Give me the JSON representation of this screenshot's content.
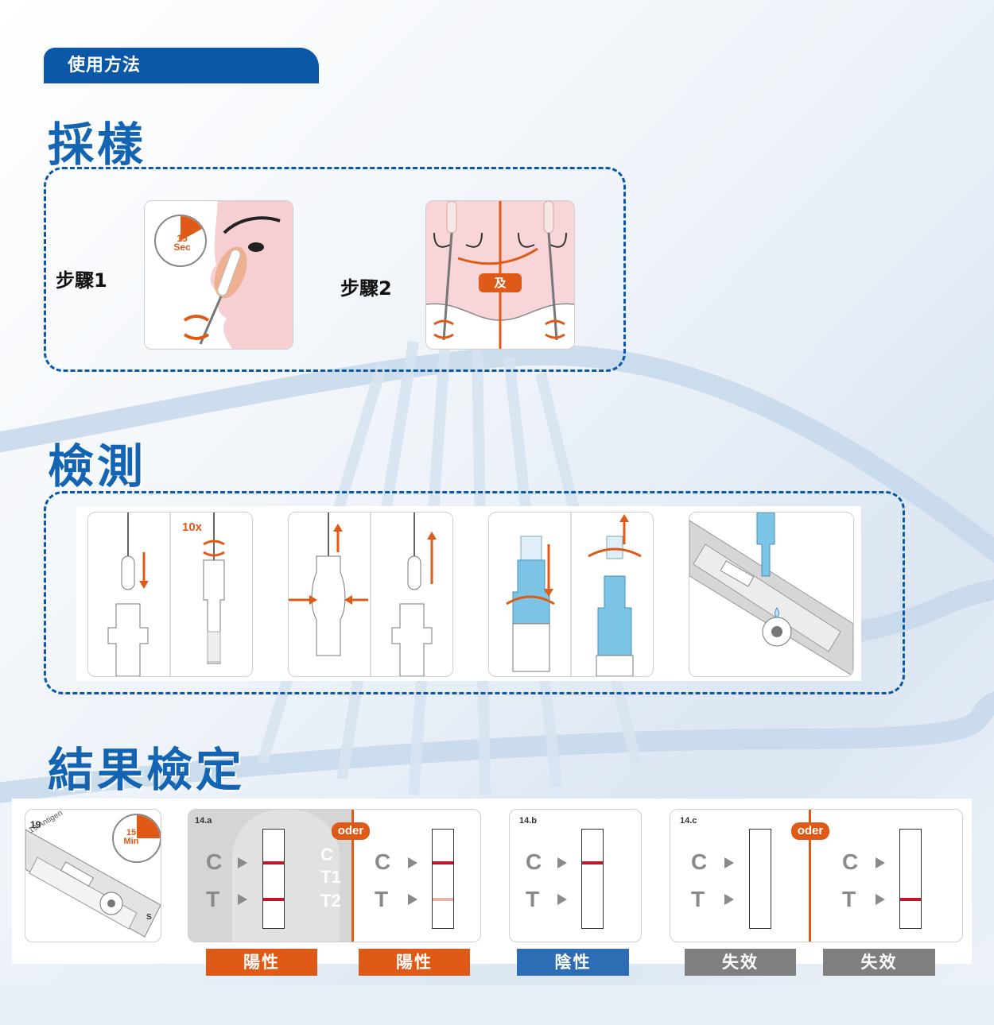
{
  "header": {
    "tab_label": "使用方法"
  },
  "sections": {
    "sampling": {
      "title": "採樣",
      "steps": [
        {
          "label": "步驟1",
          "timer_value": "15",
          "timer_unit": "Sec"
        },
        {
          "label": "步驟2",
          "and_label": "及"
        }
      ]
    },
    "testing": {
      "title": "檢測",
      "panels": [
        {
          "count_label": "10x"
        }
      ]
    },
    "result": {
      "title": "結果檢定",
      "device": {
        "timer_value": "15",
        "timer_unit": "Min",
        "cassette_text": "19 Antigen",
        "cassette_number": "19",
        "s_mark": "S"
      },
      "cards": [
        {
          "id": "14.a",
          "c": "C",
          "t": "T",
          "t1": "T1",
          "t2": "T2",
          "oder": "oder"
        },
        {
          "id": "14.b",
          "c": "C",
          "t": "T"
        },
        {
          "id": "14.c",
          "c": "C",
          "t": "T",
          "oder": "oder"
        }
      ],
      "labels": [
        {
          "text": "陽性",
          "color": "#e05a17"
        },
        {
          "text": "陽性",
          "color": "#e05a17"
        },
        {
          "text": "陰性",
          "color": "#2c6db4"
        },
        {
          "text": "失效",
          "color": "#7f7f7f"
        },
        {
          "text": "失效",
          "color": "#7f7f7f"
        }
      ]
    }
  },
  "colors": {
    "brand_blue": "#0b57a8",
    "accent_orange": "#e05a17",
    "positive_line": "#c0162a",
    "faint_line": "#e8b3a8"
  }
}
